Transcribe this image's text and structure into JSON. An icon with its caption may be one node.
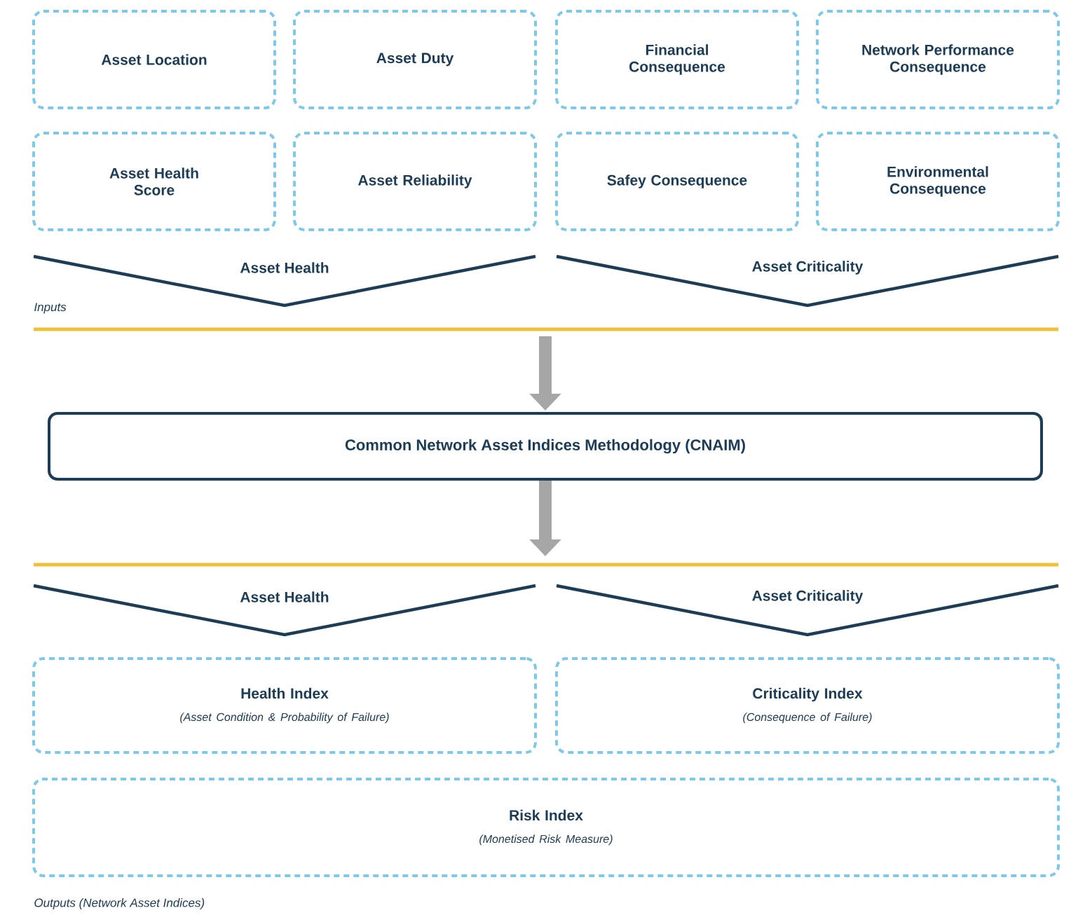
{
  "diagram": {
    "nodes": [
      {
        "text": [
          "Asset Location"
        ]
      },
      {
        "text": [
          "Asset Duty"
        ]
      },
      {
        "text": [
          "Financial Consequence"
        ]
      },
      {
        "text": [
          "Network Performance Consequence"
        ]
      },
      {
        "text": [
          "Asset Health Score"
        ]
      },
      {
        "text": [
          "Asset Reliability"
        ]
      },
      {
        "text": [
          "Safey Consequence"
        ]
      },
      {
        "text": [
          "Environmental Consequence"
        ]
      },
      {
        "text": [
          "Asset Health"
        ]
      },
      {
        "text": [
          "Asset Criticality"
        ]
      },
      {
        "text": [
          "Common Network Asset Indices Methodology (CNAIM)"
        ]
      },
      {
        "text": [
          "Asset Health"
        ]
      },
      {
        "text": [
          "Asset Criticality"
        ]
      },
      {
        "text": [
          "Health Index",
          "(Asset Condition & Probability of Failure)"
        ]
      },
      {
        "text": [
          "Criticality Index",
          "(Consequence of Failure)"
        ]
      },
      {
        "text": [
          "Risk Index",
          "(Monetised Risk Measure)"
        ]
      }
    ],
    "edges": [
      {
        "from": null,
        "to": 10,
        "arrow": "to"
      },
      {
        "from": 10,
        "to": null,
        "arrow": "to"
      }
    ],
    "labels": [
      "Inputs",
      "Outputs (Network Asset Indices)"
    ]
  }
}
